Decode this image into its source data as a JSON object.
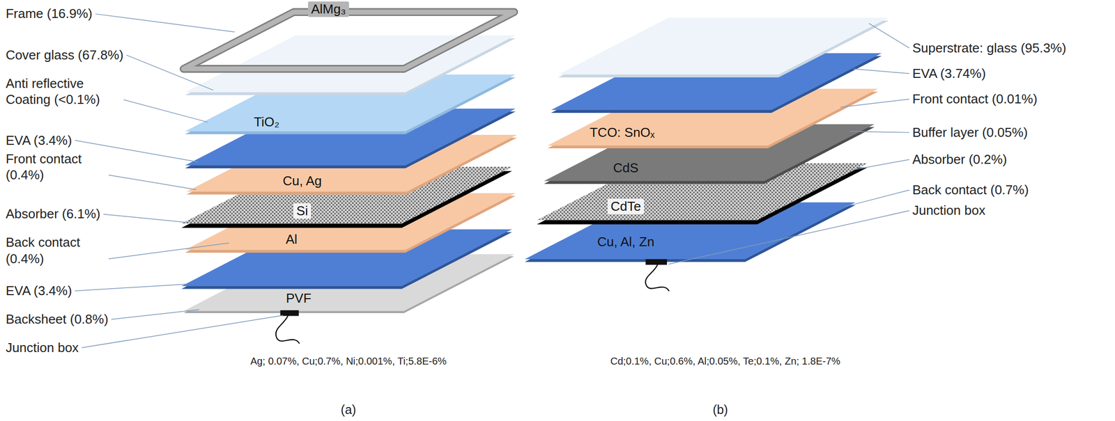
{
  "diagram": {
    "nodes": [
      {
        "text": [
          "AlMg₃"
        ]
      },
      {
        "text": [
          "TiO₂"
        ]
      },
      {
        "text": [
          "Cu, Ag"
        ]
      },
      {
        "text": [
          "Si"
        ]
      },
      {
        "text": [
          "Al"
        ]
      },
      {
        "text": [
          "PVF"
        ]
      },
      {
        "text": [
          "TCO: SnOₓ"
        ]
      },
      {
        "text": [
          "CdS"
        ]
      },
      {
        "text": [
          "CdTe"
        ]
      },
      {
        "text": [
          "Cu, Al, Zn"
        ]
      }
    ],
    "labels": [
      "Frame (16.9%)",
      "Cover glass (67.8%)",
      "Anti reflective Coating (<0.1%)",
      "EVA (3.4%)",
      "Front contact (0.4%)",
      "Absorber (6.1%)",
      "Back contact (0.4%)",
      "EVA (3.4%)",
      "Backsheet (0.8%)",
      "Junction box",
      "Superstrate: glass (95.3%)",
      "EVA (3.74%)",
      "Front contact (0.01%)",
      "Buffer layer (0.05%)",
      "Absorber (0.2%)",
      "Back contact (0.7%)",
      "Junction box",
      "Ag; 0.07%, Cu;0.7%, Ni;0.001%, Ti;5.8E-6%",
      "Cd;0.1%, Cu;0.6%, Al;0.05%, Te;0.1%, Zn; 1.8E-7%",
      "(a)",
      "(b)"
    ]
  }
}
